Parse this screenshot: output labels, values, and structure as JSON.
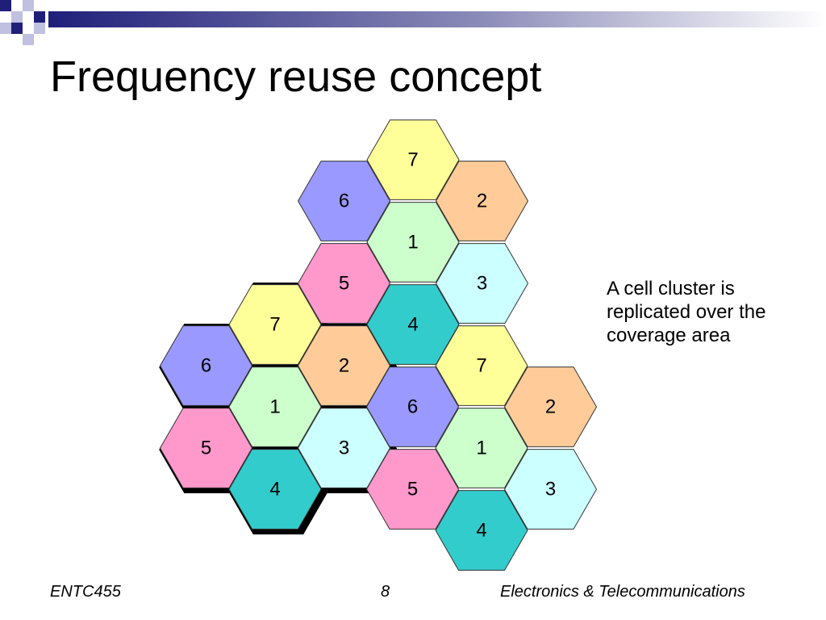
{
  "slide": {
    "title": "Frequency reuse concept",
    "caption_lines": [
      "A cell cluster is",
      "replicated over the",
      "coverage area"
    ],
    "footer": {
      "left": "ENTC455",
      "page_number": "8",
      "right": "Electronics & Telecommunications"
    }
  },
  "colors": {
    "cell_1": "#ccffcc",
    "cell_2": "#ffcc99",
    "cell_3": "#ccffff",
    "cell_4": "#33cccc",
    "cell_5": "#ff99cc",
    "cell_6": "#9999ff",
    "cell_7": "#ffff99",
    "corner_dark": "#1f1f7a",
    "corner_light": "#c0c0e0"
  },
  "diagram": {
    "clusters": [
      {
        "name": "top",
        "outlined": false,
        "cells": [
          "7",
          "6",
          "2",
          "1",
          "5",
          "3",
          "4"
        ]
      },
      {
        "name": "left",
        "outlined": true,
        "cells": [
          "7",
          "6",
          "2",
          "1",
          "5",
          "3",
          "4"
        ]
      },
      {
        "name": "right",
        "outlined": false,
        "cells": [
          "7",
          "6",
          "2",
          "1",
          "5",
          "3",
          "4"
        ]
      }
    ]
  }
}
